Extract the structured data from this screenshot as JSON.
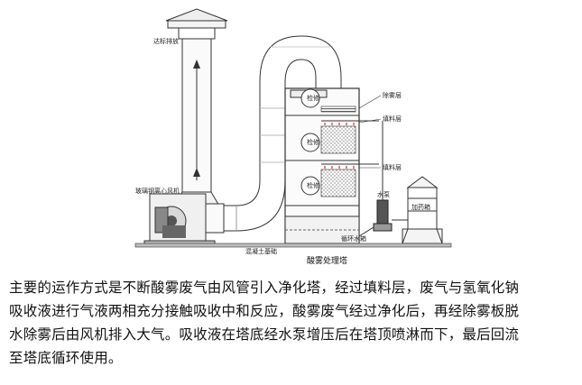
{
  "diagram": {
    "labels": {
      "exhaust_stack": "达标排放",
      "fan": "玻璃钢离心风机",
      "mist_eliminator": "除雾层",
      "packing_upper": "填料层",
      "packing_lower": "填料层",
      "inspection_upper": "检修",
      "inspection_lower": "检修",
      "inspection_top": "检修",
      "pump": "水泵",
      "tank": "加药箱",
      "sump": "循环水箱",
      "foundation": "混凝土基础",
      "caption": "酸雾处理塔"
    }
  },
  "description": {
    "lines": [
      "主要的运作方式是不断酸雾废气由风管引入净化塔，经过填料层，废气与氢氧化钠",
      "吸收液进行气液两相充分接触吸收中和反应，酸雾废气经过净化后，再经除雾板脱",
      "水除雾后由风机排入大气。吸收液在塔底经水泵增压后在塔顶喷淋而下，最后回流",
      "至塔底循环使用。"
    ]
  }
}
